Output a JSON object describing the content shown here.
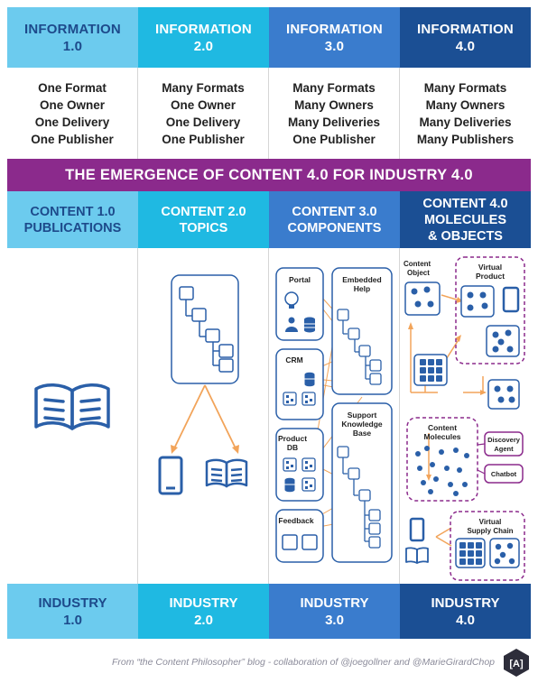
{
  "info_headers": [
    {
      "line1": "INFORMATION",
      "line2": "1.0"
    },
    {
      "line1": "INFORMATION",
      "line2": "2.0"
    },
    {
      "line1": "INFORMATION",
      "line2": "3.0"
    },
    {
      "line1": "INFORMATION",
      "line2": "4.0"
    }
  ],
  "info_lines": [
    [
      "One Format",
      "One Owner",
      "One Delivery",
      "One Publisher"
    ],
    [
      "Many Formats",
      "One Owner",
      "One Delivery",
      "One Publisher"
    ],
    [
      "Many Formats",
      "Many Owners",
      "Many Deliveries",
      "One Publisher"
    ],
    [
      "Many Formats",
      "Many Owners",
      "Many Deliveries",
      "Many Publishers"
    ]
  ],
  "banner": "THE EMERGENCE OF CONTENT 4.0 FOR INDUSTRY 4.0",
  "content_headers": [
    {
      "line1": "CONTENT 1.0",
      "line2": "PUBLICATIONS",
      "line3": ""
    },
    {
      "line1": "CONTENT 2.0",
      "line2": "TOPICS",
      "line3": ""
    },
    {
      "line1": "CONTENT 3.0",
      "line2": "COMPONENTS",
      "line3": ""
    },
    {
      "line1": "CONTENT 4.0",
      "line2": "MOLECULES",
      "line3": "& OBJECTS"
    }
  ],
  "c3_labels": {
    "portal": "Portal",
    "crm": "CRM",
    "product_db_1": "Product",
    "product_db_2": "DB",
    "feedback": "Feedback",
    "embedded_1": "Embedded",
    "embedded_2": "Help",
    "support_1": "Support",
    "support_2": "Knowledge",
    "support_3": "Base"
  },
  "c4_labels": {
    "content_object_1": "Content",
    "content_object_2": "Object",
    "virtual_product_1": "Virtual",
    "virtual_product_2": "Product",
    "content_molecules_1": "Content",
    "content_molecules_2": "Molecules",
    "discovery_1": "Discovery",
    "discovery_2": "Agent",
    "chatbot": "Chatbot",
    "supply_1": "Virtual",
    "supply_2": "Supply Chain"
  },
  "industry_headers": [
    {
      "line1": "INDUSTRY",
      "line2": "1.0"
    },
    {
      "line1": "INDUSTRY",
      "line2": "2.0"
    },
    {
      "line1": "INDUSTRY",
      "line2": "3.0"
    },
    {
      "line1": "INDUSTRY",
      "line2": "4.0"
    }
  ],
  "footer": "From “the Content Philosopher” blog - collaboration of @joegollner and @MarieGirardChop",
  "logo_text": "[A]",
  "colors": {
    "light_blue": "#6ccbee",
    "cyan": "#1fb9e2",
    "mid_blue": "#3a7ccd",
    "dark_blue": "#1b4f94",
    "purple": "#8b2a8c",
    "orange": "#f2a45a"
  }
}
